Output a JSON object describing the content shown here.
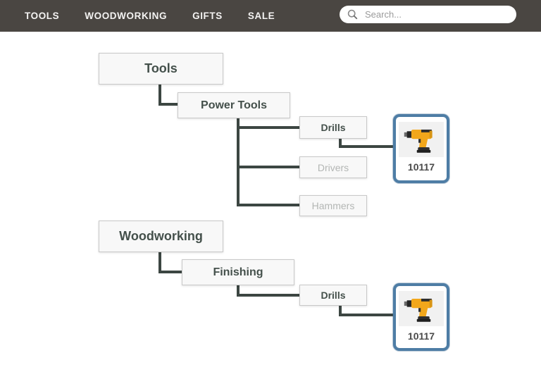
{
  "navbar": {
    "items": [
      "TOOLS",
      "WOODWORKING",
      "GIFTS",
      "SALE"
    ],
    "search_placeholder": "Search..."
  },
  "diagram": {
    "nodes": {
      "tools": {
        "label": "Tools"
      },
      "power_tools": {
        "label": "Power Tools"
      },
      "drills_top": {
        "label": "Drills"
      },
      "drivers": {
        "label": "Drivers"
      },
      "hammers": {
        "label": "Hammers"
      },
      "woodworking": {
        "label": "Woodworking"
      },
      "finishing": {
        "label": "Finishing"
      },
      "drills_bottom": {
        "label": "Drills"
      }
    },
    "cards": {
      "top": {
        "sku": "10117",
        "image": "drill-icon"
      },
      "bottom": {
        "sku": "10117",
        "image": "drill-icon"
      }
    }
  },
  "colors": {
    "navbar_bg": "#4A4642",
    "connector": "#3C4642",
    "card_border": "#4E7DA5",
    "node_text": "#44504B",
    "muted_node_text": "#B3B6B4",
    "drill_yellow": "#F2A71B"
  }
}
